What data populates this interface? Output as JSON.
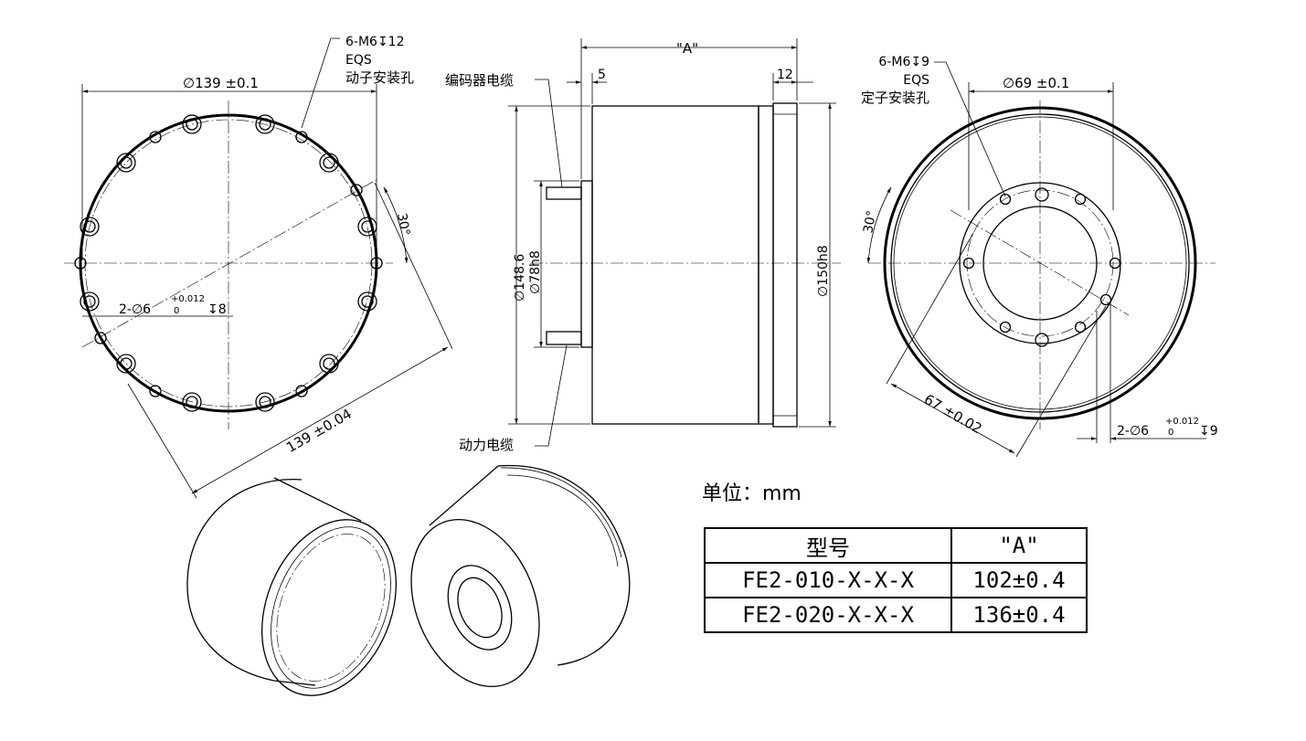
{
  "front_view": {
    "thread_note": [
      "6-M6↧12",
      "EQS",
      "动子安装孔"
    ],
    "dia_outer": "∅139 ±0.1",
    "pin_hole": "2-∅6",
    "pin_tol_upper": "+0.012",
    "pin_tol_lower": "0",
    "pin_depth": "↧8",
    "angle": "30°",
    "bolt_diag": "139 ±0.04"
  },
  "side_view": {
    "length_A": "\"A\"",
    "dim_5": "5",
    "dim_12": "12",
    "encoder_cable": "编码器电缆",
    "power_cable": "动力电缆",
    "dia_148": "∅148.6",
    "dia_78": "∅78h8",
    "dia_150": "∅150h8"
  },
  "rear_view": {
    "thread_note": [
      "6-M6↧9",
      "EQS",
      "定子安装孔"
    ],
    "dia_69": "∅69 ±0.1",
    "angle": "30°",
    "bolt_diag": "67 ±0.02",
    "pin_hole": "2-∅6",
    "pin_tol_upper": "+0.012",
    "pin_tol_lower": "0",
    "pin_depth": "↧9"
  },
  "unit_label": "单位：mm",
  "table": {
    "headers": [
      "型号",
      "\"A\""
    ],
    "rows": [
      [
        "FE2-010-X-X-X",
        "102±0.4"
      ],
      [
        "FE2-020-X-X-X",
        "136±0.4"
      ]
    ]
  }
}
